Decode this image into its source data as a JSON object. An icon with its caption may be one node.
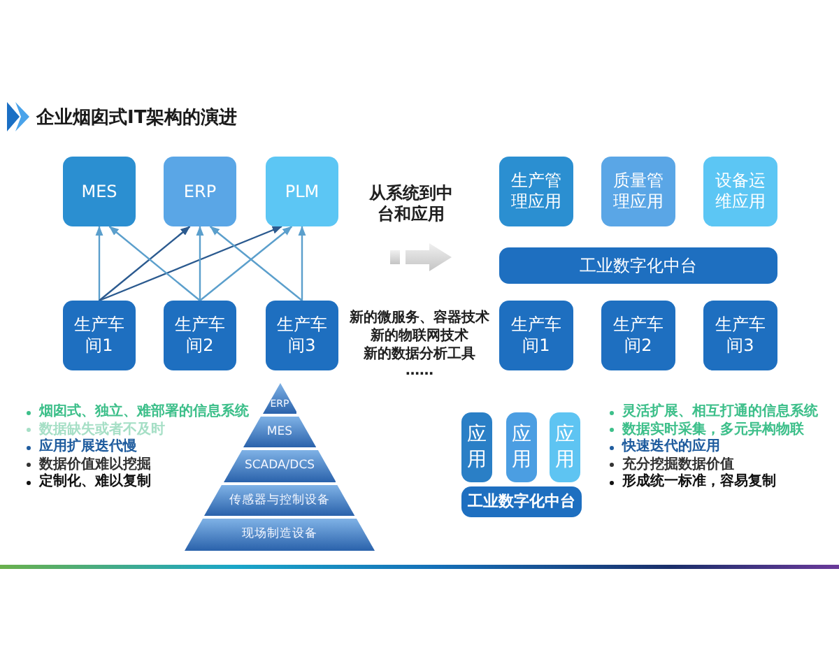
{
  "diagram": {
    "title": "企业烟囱式IT架构的演进",
    "nodes": [
      {
        "text": [
          "MES"
        ]
      },
      {
        "text": [
          "ERP"
        ]
      },
      {
        "text": [
          "PLM"
        ]
      },
      {
        "text": [
          "生产车间1"
        ]
      },
      {
        "text": [
          "生产车间2"
        ]
      },
      {
        "text": [
          "生产车间3"
        ]
      },
      {
        "text": [
          "生产管理应用"
        ]
      },
      {
        "text": [
          "质量管理应用"
        ]
      },
      {
        "text": [
          "设备运维应用"
        ]
      },
      {
        "text": [
          "工业数字化中台"
        ]
      },
      {
        "text": [
          "生产车间1"
        ]
      },
      {
        "text": [
          "生产车间2"
        ]
      },
      {
        "text": [
          "生产车间3"
        ]
      },
      {
        "text": [
          "ERP"
        ]
      },
      {
        "text": [
          "MES"
        ]
      },
      {
        "text": [
          "SCADA/DCS"
        ]
      },
      {
        "text": [
          "传感器与控制设备"
        ]
      },
      {
        "text": [
          "现场制造设备"
        ]
      },
      {
        "text": [
          "应用"
        ]
      },
      {
        "text": [
          "应用"
        ]
      },
      {
        "text": [
          "应用"
        ]
      },
      {
        "text": [
          "工业数字化中台"
        ]
      }
    ],
    "edges": [
      {
        "from": 3,
        "to": 0,
        "arrow": "to"
      },
      {
        "from": 3,
        "to": 1,
        "arrow": "to",
        "color": "#2b5a8f"
      },
      {
        "from": 3,
        "to": 2,
        "arrow": "to",
        "color": "#2b5a8f"
      },
      {
        "from": 4,
        "to": 0,
        "arrow": "to"
      },
      {
        "from": 4,
        "to": 1,
        "arrow": "to"
      },
      {
        "from": 4,
        "to": 2,
        "arrow": "to"
      },
      {
        "from": 5,
        "to": 1,
        "arrow": "to"
      },
      {
        "from": 5,
        "to": 2,
        "arrow": "to"
      }
    ],
    "labels": [
      "从系统到中台和应用",
      "新的微服务、容器技术",
      "新的物联网技术",
      "新的数据分析工具",
      "……",
      "烟囱式、独立、难部署的信息系统",
      "数据缺失或者不及时",
      "应用扩展迭代慢",
      "数据价值难以挖掘",
      "定制化、难以复制",
      "灵活扩展、相互打通的信息系统",
      "数据实时采集，多元异构物联",
      "快速迭代的应用",
      "充分挖掘数据价值",
      "形成统一标准，容易复制"
    ]
  }
}
